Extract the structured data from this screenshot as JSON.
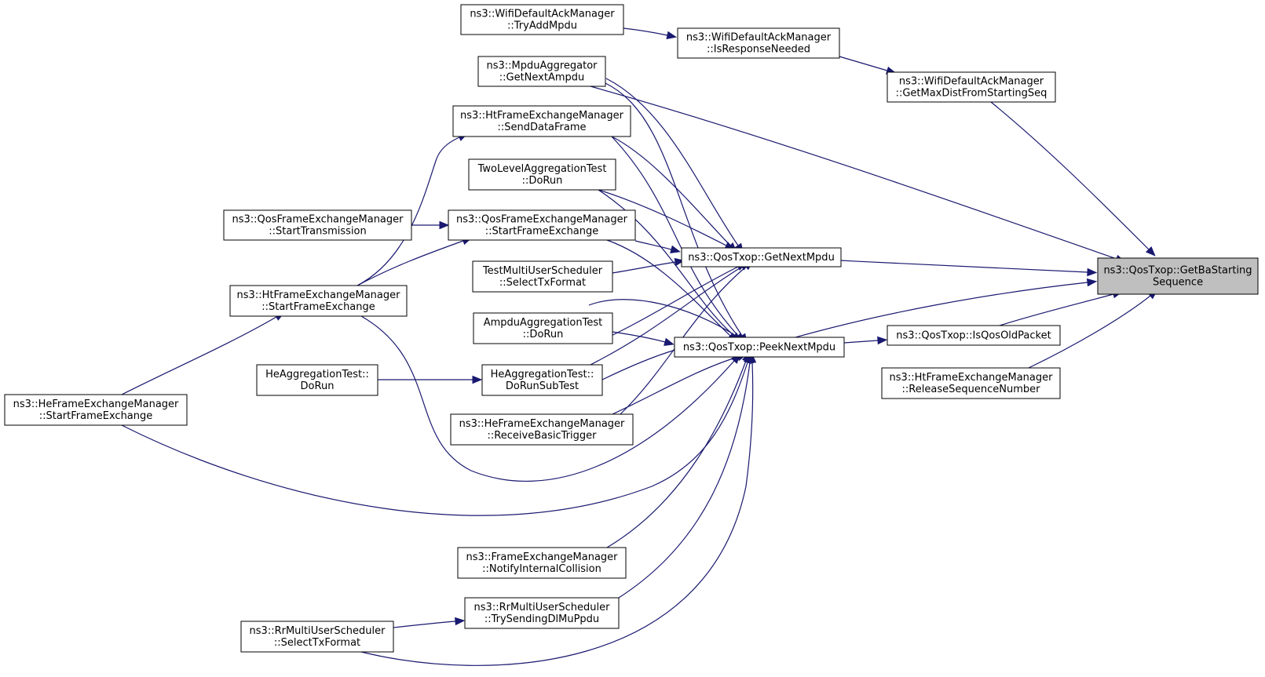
{
  "diagram": {
    "type": "caller-graph",
    "colors": {
      "edge": "#191970",
      "root_fill": "#bfbfbf",
      "node_fill": "#ffffff",
      "node_border": "#000000"
    },
    "nodes": [
      {
        "id": "root",
        "lines": [
          "ns3::QosTxop::GetBaStarting",
          "Sequence"
        ],
        "root": true
      },
      {
        "id": "getNextMpdu",
        "lines": [
          "ns3::QosTxop::GetNextMpdu"
        ]
      },
      {
        "id": "peekNextMpdu",
        "lines": [
          "ns3::QosTxop::PeekNextMpdu"
        ]
      },
      {
        "id": "isQosOldPacket",
        "lines": [
          "ns3::QosTxop::IsQosOldPacket"
        ]
      },
      {
        "id": "releaseSeq",
        "lines": [
          "ns3::HtFrameExchangeManager",
          "::ReleaseSequenceNumber"
        ]
      },
      {
        "id": "getMaxDist",
        "lines": [
          "ns3::WifiDefaultAckManager",
          "::GetMaxDistFromStartingSeq"
        ]
      },
      {
        "id": "isResponseNeeded",
        "lines": [
          "ns3::WifiDefaultAckManager",
          "::IsResponseNeeded"
        ]
      },
      {
        "id": "tryAddMpdu",
        "lines": [
          "ns3::WifiDefaultAckManager",
          "::TryAddMpdu"
        ]
      },
      {
        "id": "getNextAmpdu",
        "lines": [
          "ns3::MpduAggregator",
          "::GetNextAmpdu"
        ]
      },
      {
        "id": "sendDataFrame",
        "lines": [
          "ns3::HtFrameExchangeManager",
          "::SendDataFrame"
        ]
      },
      {
        "id": "twoLevel",
        "lines": [
          "TwoLevelAggregationTest",
          "::DoRun"
        ]
      },
      {
        "id": "qosStartFE",
        "lines": [
          "ns3::QosFrameExchangeManager",
          "::StartFrameExchange"
        ]
      },
      {
        "id": "qosStartTx",
        "lines": [
          "ns3::QosFrameExchangeManager",
          "::StartTransmission"
        ]
      },
      {
        "id": "testMUSched",
        "lines": [
          "TestMultiUserScheduler",
          "::SelectTxFormat"
        ]
      },
      {
        "id": "htStartFE",
        "lines": [
          "ns3::HtFrameExchangeManager",
          "::StartFrameExchange"
        ]
      },
      {
        "id": "ampduAgg",
        "lines": [
          "AmpduAggregationTest",
          "::DoRun"
        ]
      },
      {
        "id": "heAggSub",
        "lines": [
          "HeAggregationTest::",
          "DoRunSubTest"
        ]
      },
      {
        "id": "heAggRun",
        "lines": [
          "HeAggregationTest::",
          "DoRun"
        ]
      },
      {
        "id": "heStartFE",
        "lines": [
          "ns3::HeFrameExchangeManager",
          "::StartFrameExchange"
        ]
      },
      {
        "id": "heRecvBasic",
        "lines": [
          "ns3::HeFrameExchangeManager",
          "::ReceiveBasicTrigger"
        ]
      },
      {
        "id": "notifyInternal",
        "lines": [
          "ns3::FrameExchangeManager",
          "::NotifyInternalCollision"
        ]
      },
      {
        "id": "rrTrySending",
        "lines": [
          "ns3::RrMultiUserScheduler",
          "::TrySendingDlMuPpdu"
        ]
      },
      {
        "id": "rrSelectTx",
        "lines": [
          "ns3::RrMultiUserScheduler",
          "::SelectTxFormat"
        ]
      }
    ]
  }
}
